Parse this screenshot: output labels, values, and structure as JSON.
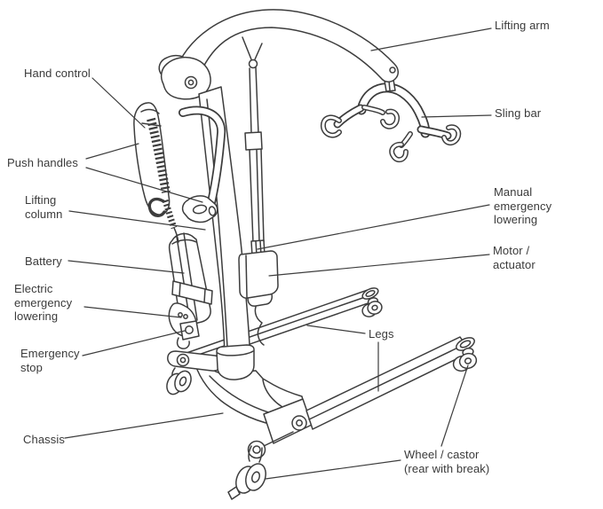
{
  "diagram": {
    "colors": {
      "line": "#3d3d3d",
      "text": "#3a3a3a",
      "background": "#ffffff"
    },
    "labels": {
      "hand_control": "Hand control",
      "push_handles": "Push handles",
      "lifting_column": "Lifting\ncolumn",
      "battery": "Battery",
      "electric_emergency_lowering": "Electric\nemergency\nlowering",
      "emergency_stop": "Emergency\nstop",
      "chassis": "Chassis",
      "lifting_arm": "Lifting arm",
      "sling_bar": "Sling bar",
      "manual_emergency_lowering": "Manual\nemergency\nlowering",
      "motor_actuator": "Motor /\nactuator",
      "legs": "Legs",
      "wheel_castor": "Wheel / castor\n(rear with break)"
    }
  }
}
